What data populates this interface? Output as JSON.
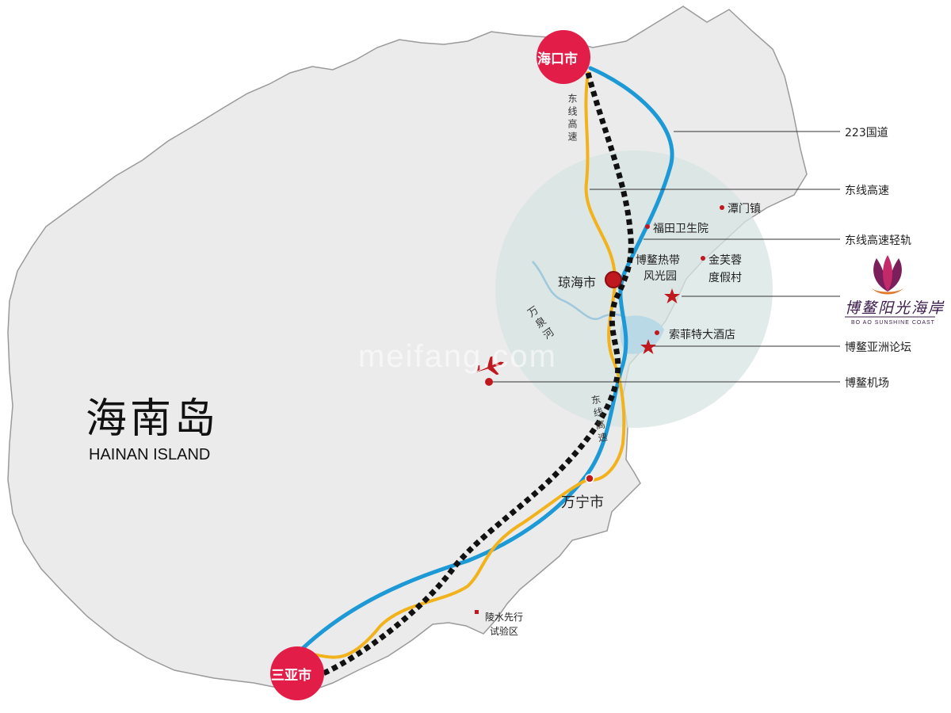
{
  "island": {
    "name_cn": "海南岛",
    "name_en": "HAINAN ISLAND"
  },
  "cities": {
    "haikou": "海口市",
    "sanya": "三亚市",
    "qionghai": "琼海市",
    "wanning": "万宁市"
  },
  "places": {
    "tanmen": "潭门镇",
    "futian": "福田卫生院",
    "boao_park_line1": "博鳌热带",
    "boao_park_line2": "风光园",
    "jinfurong_line1": "金芙蓉",
    "jinfurong_line2": "度假村",
    "sofitel": "索菲特大酒店",
    "lingshui_line1": "陵水先行",
    "lingshui_line2": "试验区"
  },
  "river": "万泉河",
  "road_vertical_label": "东线高速",
  "legend": {
    "g223": "223国道",
    "expressway": "东线高速",
    "rail": "东线高速轻轨",
    "forum": "博鳌亚洲论坛",
    "airport": "博鳌机场"
  },
  "logo": {
    "name": "博鳌阳光海岸",
    "sub": "BO AO SUNSHINE COAST"
  },
  "watermark": "meifang.com",
  "colors": {
    "land": "#ebebeb",
    "coast": "#9a9a9a",
    "g223": "#1d9ad6",
    "expressway": "#f2b21b",
    "rail": "#111111",
    "city": "#e11d48",
    "marker": "#c0181f",
    "halo": "#d7e4e1"
  }
}
